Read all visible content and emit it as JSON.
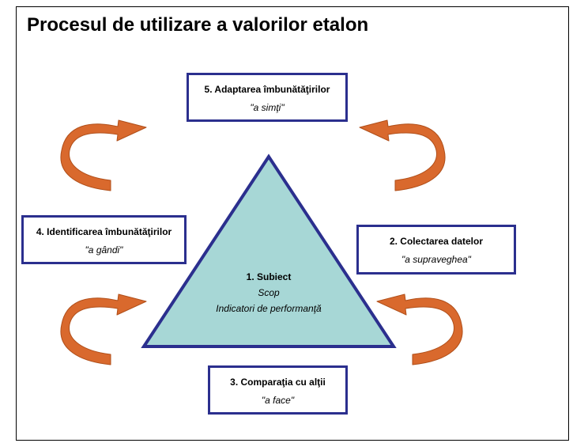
{
  "title": "Procesul de utilizare a valorilor etalon",
  "center": {
    "label": "1. Subiect",
    "line2": "Scop",
    "line3": "Indicatori de performanţă"
  },
  "steps": [
    {
      "label": "5. Adaptarea îmbunătăţirilor",
      "verb": "\"a simţi\""
    },
    {
      "label": "2. Colectarea datelor",
      "verb": "\"a supraveghea\""
    },
    {
      "label": "3. Comparaţia cu alţii",
      "verb": "\"a face\""
    },
    {
      "label": "4. Identificarea îmbunătăţirilor",
      "verb": "\"a gândi\""
    }
  ],
  "colors": {
    "triangle_fill": "#a7d7d6",
    "triangle_stroke": "#2b2f8e",
    "box_border": "#2b2f8e",
    "arrow_fill": "#d9692d"
  },
  "icons": [
    "curved-arrow-icon"
  ]
}
